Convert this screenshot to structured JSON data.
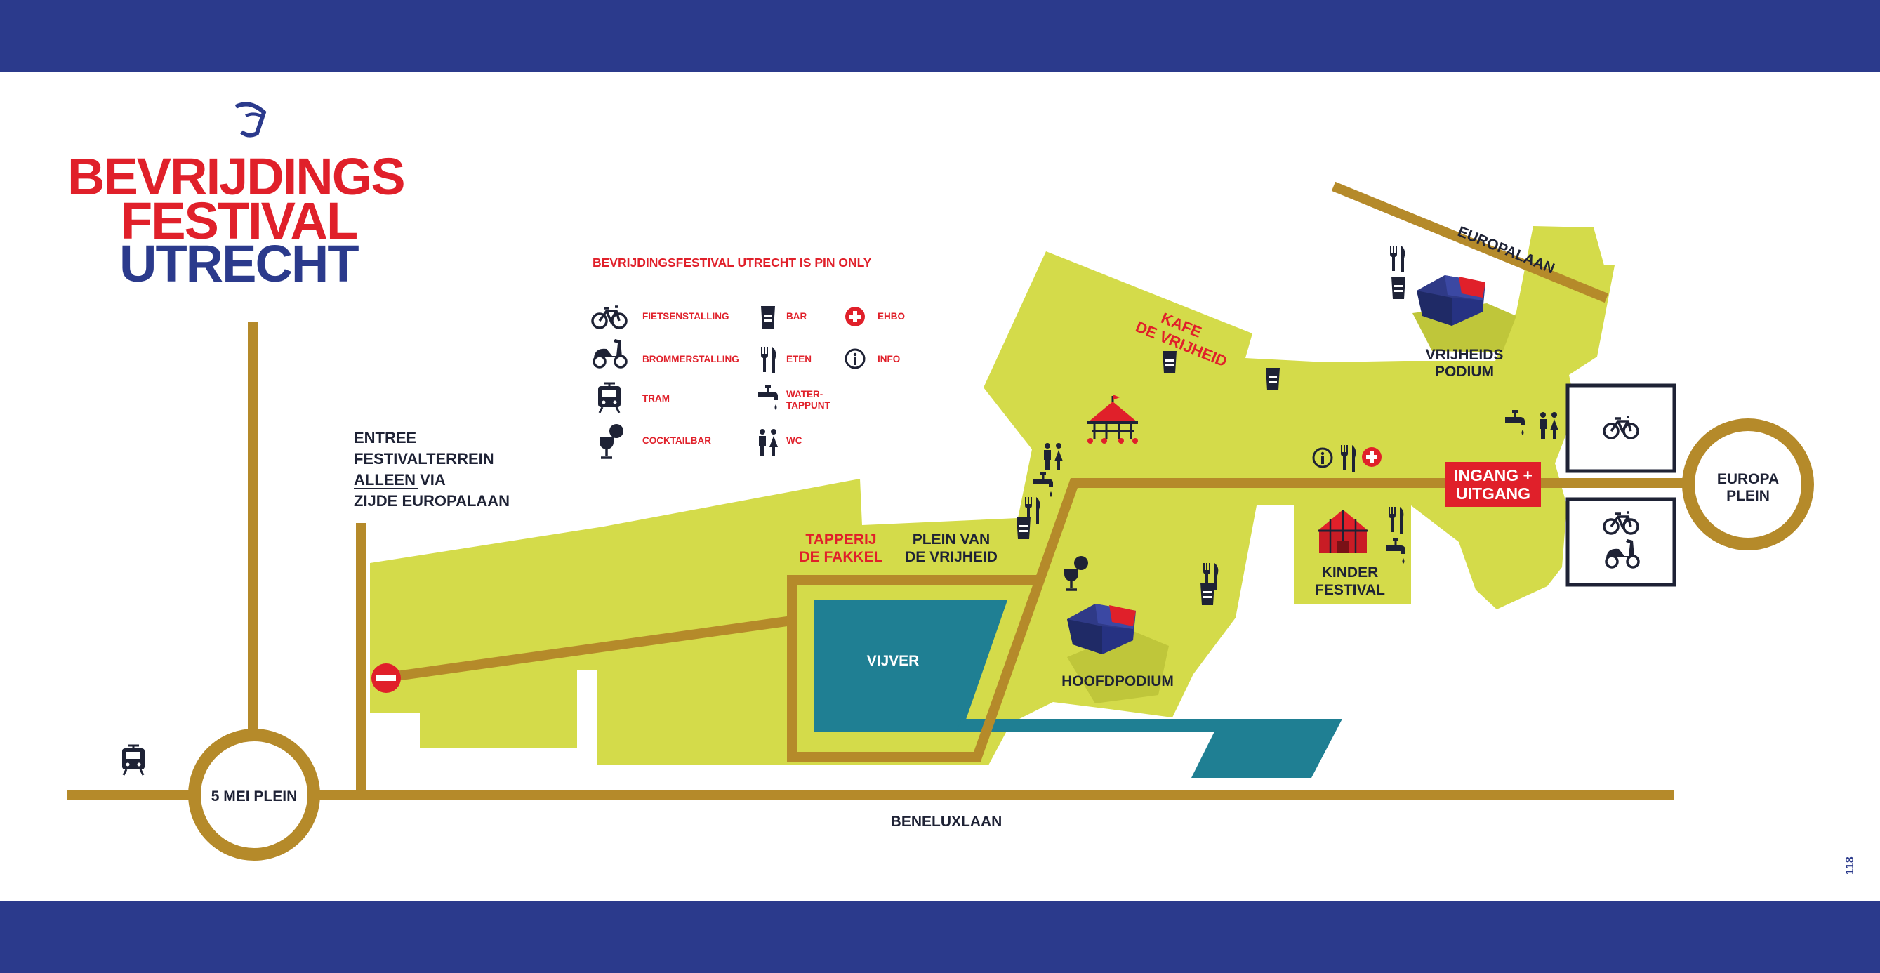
{
  "colors": {
    "navy": "#2b3a8c",
    "red": "#e0202a",
    "gold": "#b58a2a",
    "terrain": "#d4db4a",
    "pond": "#1f7f93",
    "dark": "#1e2235",
    "white": "#ffffff"
  },
  "logo": {
    "line1": "BEVRIJDINGS",
    "line2": "FESTIVAL",
    "line3": "UTRECHT"
  },
  "pin_notice": "BEVRIJDINGSFESTIVAL UTRECHT IS PIN ONLY",
  "legend": [
    {
      "icon": "bicycle-icon",
      "label": "FIETSENSTALLING"
    },
    {
      "icon": "scooter-icon",
      "label": "BROMMERSTALLING"
    },
    {
      "icon": "tram-icon",
      "label": "TRAM"
    },
    {
      "icon": "cocktail-icon",
      "label": "COCKTAILBAR"
    },
    {
      "icon": "beer-icon",
      "label": "BAR"
    },
    {
      "icon": "fork-knife-icon",
      "label": "ETEN"
    },
    {
      "icon": "water-tap-icon",
      "label": "WATER-\nTAPPUNT"
    },
    {
      "icon": "toilet-icon",
      "label": "WC"
    },
    {
      "icon": "first-aid-icon",
      "label": "EHBO"
    },
    {
      "icon": "info-icon",
      "label": "INFO"
    }
  ],
  "entrance_note": [
    "ENTREE",
    "FESTIVALTERREIN",
    "ALLEEN VIA",
    "ZIJDE EUROPALAAN"
  ],
  "roads": {
    "europalaan": "EUROPALAAN",
    "beneluxlaan": "BENELUXLAAN"
  },
  "squares": {
    "mei": "5 MEI PLEIN",
    "europa": [
      "EUROPA",
      "PLEIN"
    ]
  },
  "places": {
    "kafe": [
      "KAFE",
      "DE VRIJHEID"
    ],
    "vrijheidspodium": [
      "VRIJHEIDS",
      "PODIUM"
    ],
    "tapperij": [
      "TAPPERIJ",
      "DE FAKKEL"
    ],
    "plein": [
      "PLEIN VAN",
      "DE VRIJHEID"
    ],
    "vijver": "VIJVER",
    "hoofdpodium": "HOOFDPODIUM",
    "kinder": [
      "KINDER",
      "FESTIVAL"
    ],
    "ingang": [
      "INGANG +",
      "UITGANG"
    ]
  },
  "page_number": "118"
}
